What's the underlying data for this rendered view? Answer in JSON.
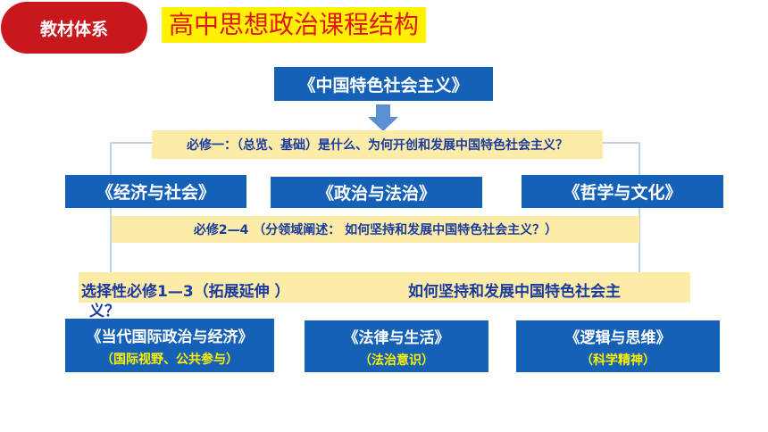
{
  "header": {
    "badge_label": "教材体系",
    "title": "高中思想政治课程结构"
  },
  "diagram": {
    "top_box": "《中国特色社会主义》",
    "band_required_one": "必修一：（总览、基础）是什么、为何开创和发展中国特色社会主义？",
    "required_books": [
      "《经济与社会》",
      "《政治与法治》",
      "《哲学与文化》"
    ],
    "band_required_2_4": "必修2—4 （分领域阐述： 如何坚持和发展中国特色社会主义？）",
    "elective_band_left": "选择性必修1—3（拓展延伸 ）",
    "elective_band_right": "如何坚持和发展中国特色社会主",
    "elective_band_wrap": "义？",
    "elective_books": [
      {
        "title": "《当代国际政治与经济》",
        "subtitle": "（国际视野、公共参与）"
      },
      {
        "title": "《法律与生活》",
        "subtitle": "（法治意识）"
      },
      {
        "title": "《逻辑与思维》",
        "subtitle": "（科学精神）"
      }
    ]
  },
  "colors": {
    "badge_red": "#c9171e",
    "title_yellow": "#fff200",
    "box_blue": "#1661b8",
    "band_cream": "#fdeca8",
    "arrow_blue": "#5b8fd1",
    "text_navy": "#1a3a9e"
  },
  "icons": {
    "down_arrow": "down-arrow-icon"
  }
}
